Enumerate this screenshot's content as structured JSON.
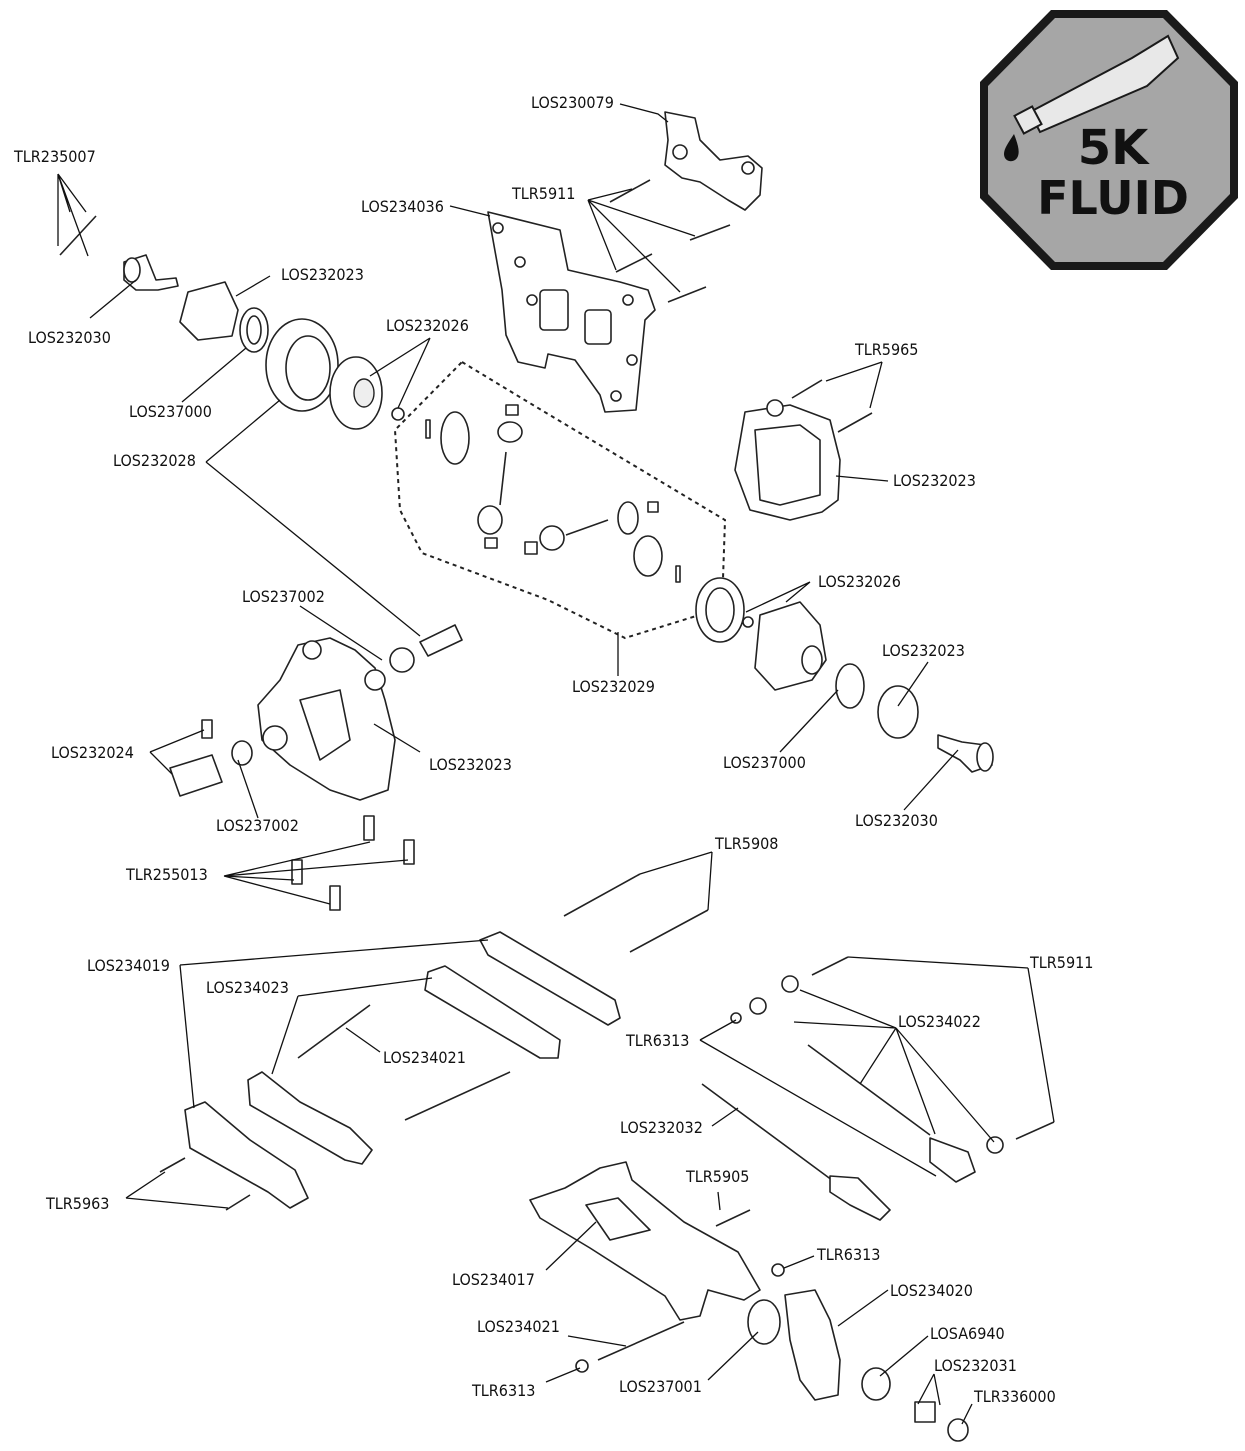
{
  "badge": {
    "line1": "5K",
    "line2": "FLUID",
    "fill_color": "#a6a6a6",
    "border_color": "#1a1a1a"
  },
  "labels": {
    "los230079": "LOS230079",
    "tlr235007": "TLR235007",
    "los234036": "LOS234036",
    "tlr5911_top": "TLR5911",
    "los232023_a": "LOS232023",
    "los232030_a": "LOS232030",
    "los232026_a": "LOS232026",
    "los237000_a": "LOS237000",
    "tlr5965": "TLR5965",
    "los232028": "LOS232028",
    "los232023_b": "LOS232023",
    "los237002_a": "LOS237002",
    "los232026_b": "LOS232026",
    "los232023_c": "LOS232023",
    "los232029": "LOS232029",
    "los232024": "LOS232024",
    "los232023_d": "LOS232023",
    "los237000_b": "LOS237000",
    "los237002_b": "LOS237002",
    "los232030_b": "LOS232030",
    "tlr5908": "TLR5908",
    "tlr255013": "TLR255013",
    "los234019": "LOS234019",
    "tlr5911_bottom": "TLR5911",
    "los234023": "LOS234023",
    "los234022": "LOS234022",
    "tlr6313_a": "TLR6313",
    "los234021_a": "LOS234021",
    "los232032": "LOS232032",
    "tlr5905": "TLR5905",
    "tlr5963": "TLR5963",
    "tlr6313_b": "TLR6313",
    "los234017": "LOS234017",
    "los234020": "LOS234020",
    "los234021_b": "LOS234021",
    "losa6940": "LOSA6940",
    "los232031": "LOS232031",
    "tlr336000": "TLR336000",
    "tlr6313_c": "TLR6313",
    "los237001": "LOS237001"
  }
}
